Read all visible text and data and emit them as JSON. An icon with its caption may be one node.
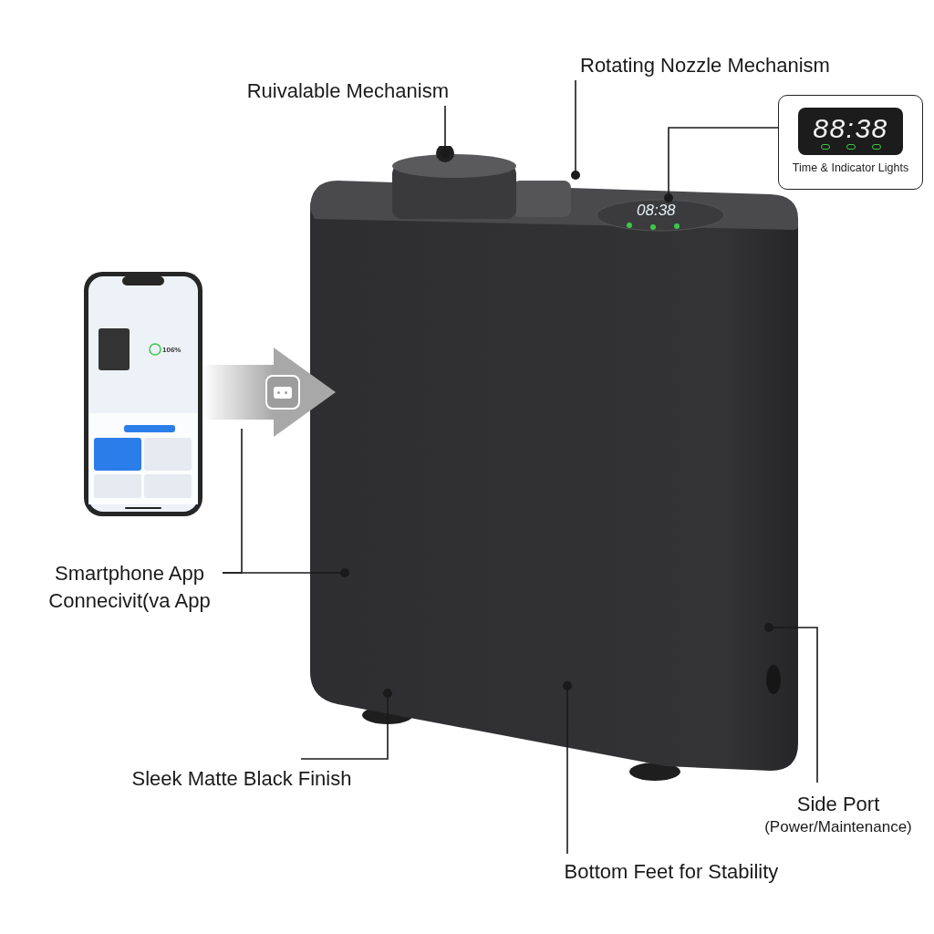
{
  "diagram": {
    "nodes": [
      {
        "text": [
          "Ruivalable Mechanism"
        ]
      },
      {
        "text": [
          "Rotating Nozzle Mechanism"
        ]
      },
      {
        "text": [
          "88:38",
          "Time & Indicator Lights"
        ]
      },
      {
        "text": [
          "Smartphone App Connecivit(va App"
        ]
      },
      {
        "text": [
          "Sleek Matte Black Finish"
        ]
      },
      {
        "text": [
          "Bottom Feet for Stability"
        ]
      },
      {
        "text": [
          "Side Port",
          "(Power/Maintenance)"
        ]
      },
      {
        "text": [],
        "shape": "picture"
      },
      {
        "text": [],
        "shape": "picture"
      }
    ],
    "edges": [
      {
        "from": 0,
        "to": 7,
        "arrow": "other"
      },
      {
        "from": 1,
        "to": 7,
        "arrow": "other"
      },
      {
        "from": 2,
        "to": 7,
        "arrow": "other"
      },
      {
        "from": 3,
        "to": 7,
        "arrow": "other"
      },
      {
        "from": 3,
        "to": null,
        "arrow": "none"
      },
      {
        "from": 4,
        "to": 7,
        "arrow": "other"
      },
      {
        "from": 5,
        "to": 7,
        "arrow": "other"
      },
      {
        "from": 6,
        "to": 7,
        "arrow": "other"
      },
      {
        "from": 8,
        "to": 7,
        "arrow": "to",
        "style": "thick",
        "color": "#a8a8a8"
      }
    ],
    "labels": [
      "08:38",
      "106%"
    ]
  }
}
